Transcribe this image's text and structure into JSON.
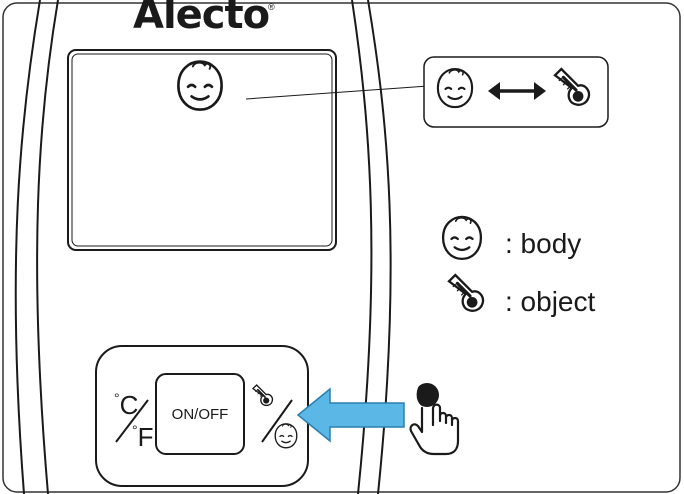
{
  "brand": {
    "name": "Alecto",
    "registered_mark": "®"
  },
  "screen": {
    "icon": "baby-face-icon"
  },
  "mode_callout": {
    "icons": [
      "baby-face-icon",
      "left-right-arrow-icon",
      "thermometer-icon"
    ]
  },
  "legend": [
    {
      "icon": "baby-face-icon",
      "label": ": body"
    },
    {
      "icon": "thermometer-icon",
      "label": ": object"
    }
  ],
  "buttons": {
    "unit_celsius": "C",
    "unit_fahrenheit": "F",
    "degree_symbol": "°",
    "power_label": "ON/OFF",
    "mode_icons": [
      "thermometer-icon",
      "baby-face-icon"
    ]
  },
  "pointer": {
    "arrow_color": "#5bb8e6",
    "icon": "pointing-hand-icon"
  }
}
